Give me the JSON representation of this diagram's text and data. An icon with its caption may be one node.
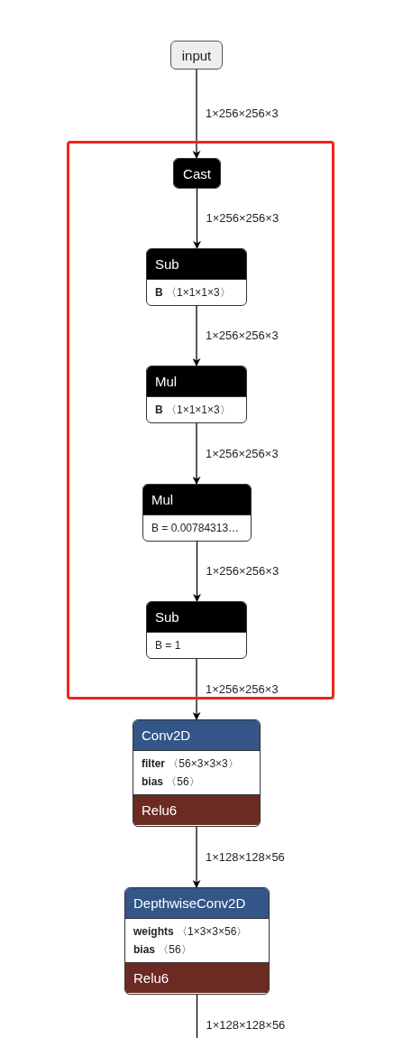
{
  "diagram": {
    "nodes": [
      {
        "text": [
          "input"
        ]
      },
      {
        "text": [],
        "shape": "box"
      },
      {
        "text": [
          "Cast"
        ],
        "in": 1
      },
      {
        "text": [
          "Sub",
          "**B** 〈1×1×1×3〉"
        ],
        "in": 1
      },
      {
        "text": [
          "Mul",
          "**B** 〈1×1×1×3〉"
        ],
        "in": 1
      },
      {
        "text": [
          "Mul",
          "B = 0.00784313…"
        ],
        "in": 1
      },
      {
        "text": [
          "Sub",
          "B = 1"
        ],
        "in": 1
      },
      {
        "text": [
          "Conv2D",
          "**filter** 〈56×3×3×3〉",
          "**bias** 〈56〉",
          "Relu6"
        ]
      },
      {
        "text": [
          "DepthwiseConv2D",
          "**weights** 〈1×3×3×56〉",
          "**bias** 〈56〉",
          "Relu6"
        ]
      }
    ],
    "edges": [
      {
        "from": 0,
        "to": 2,
        "arrow": "to",
        "label": "1×256×256×3"
      },
      {
        "from": 2,
        "to": 3,
        "arrow": "to",
        "label": "1×256×256×3"
      },
      {
        "from": 3,
        "to": 4,
        "arrow": "to",
        "label": "1×256×256×3"
      },
      {
        "from": 4,
        "to": 5,
        "arrow": "to",
        "label": "1×256×256×3"
      },
      {
        "from": 5,
        "to": 6,
        "arrow": "to",
        "label": "1×256×256×3"
      },
      {
        "from": 6,
        "to": 7,
        "arrow": "to",
        "label": "1×256×256×3"
      },
      {
        "from": 7,
        "to": 8,
        "arrow": "to",
        "label": "1×128×128×56"
      },
      {
        "from": 8,
        "to": null,
        "arrow": "none",
        "label": "1×128×128×56"
      }
    ]
  }
}
